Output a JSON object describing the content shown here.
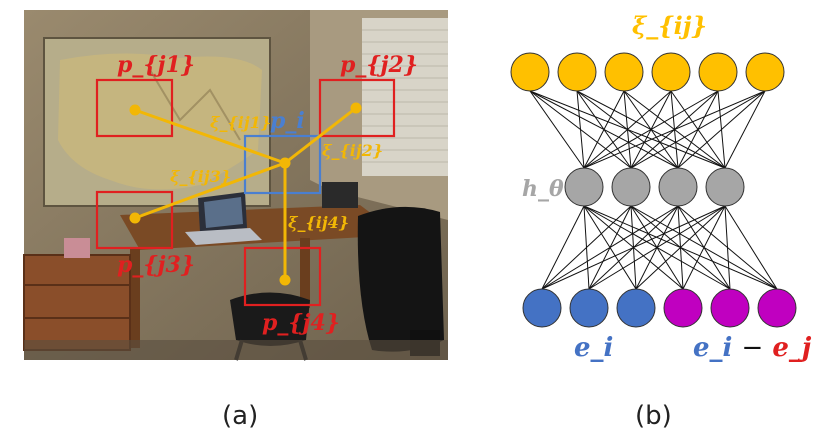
{
  "panel_a": {
    "caption": "(a)",
    "boxes": [
      {
        "id": "pj1",
        "label": "p_{j1}"
      },
      {
        "id": "pj2",
        "label": "p_{j2}"
      },
      {
        "id": "pj3",
        "label": "p_{j3}"
      },
      {
        "id": "pj4",
        "label": "p_{j4}"
      },
      {
        "id": "pi",
        "label": "p_i"
      }
    ],
    "edges": [
      {
        "id": "xi1",
        "label": "ξ_{ij1}"
      },
      {
        "id": "xi2",
        "label": "ξ_{ij2}"
      },
      {
        "id": "xi3",
        "label": "ξ_{ij3}"
      },
      {
        "id": "xi4",
        "label": "ξ_{ij4}"
      }
    ],
    "colors": {
      "box_j": "#e02020",
      "box_i": "#4a7fd0",
      "edge": "#f2b705"
    }
  },
  "panel_b": {
    "caption": "(b)",
    "output_label": "ξ_{ij}",
    "hidden_label": "h_θ",
    "input_label_left": "e_i",
    "input_label_right_a": "e_i",
    "input_label_right_minus": "−",
    "input_label_right_b": "e_j",
    "layers": {
      "output": 6,
      "hidden": 4,
      "input_blue": 3,
      "input_magenta": 3
    },
    "colors": {
      "output": "#ffc000",
      "hidden": "#a6a6a6",
      "input_blue": "#4472c4",
      "input_magenta": "#c000c0",
      "label_output": "#ffc000",
      "label_hidden": "#a6a6a6",
      "label_blue": "#4472c4",
      "label_red": "#e02020"
    }
  }
}
